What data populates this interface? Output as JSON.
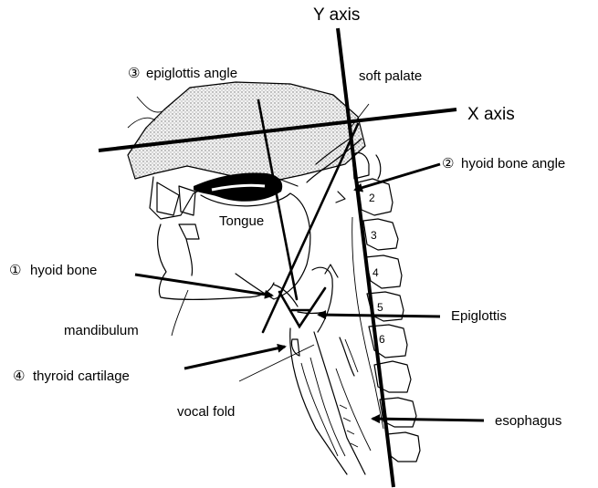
{
  "axes": {
    "y_axis_label": "Y axis",
    "x_axis_label": "X axis"
  },
  "labels": {
    "epiglottis_angle": "epiglottis angle",
    "epiglottis_angle_num": "③",
    "soft_palate": "soft palate",
    "hyoid_bone_angle": "hyoid bone angle",
    "hyoid_bone_angle_num": "②",
    "tongue": "Tongue",
    "hyoid_bone": "hyoid  bone",
    "hyoid_bone_num": "①",
    "mandibulum": "mandibulum",
    "epiglottis": "Epiglottis",
    "thyroid_cartilage": "thyroid  cartilage",
    "thyroid_cartilage_num": "④",
    "vocal_fold": "vocal fold",
    "esophagus": "esophagus"
  },
  "vertebrae": [
    "2",
    "3",
    "4",
    "5",
    "6"
  ],
  "colors": {
    "ink": "#000000",
    "background": "#ffffff",
    "stipple": "#8a8a8a"
  }
}
